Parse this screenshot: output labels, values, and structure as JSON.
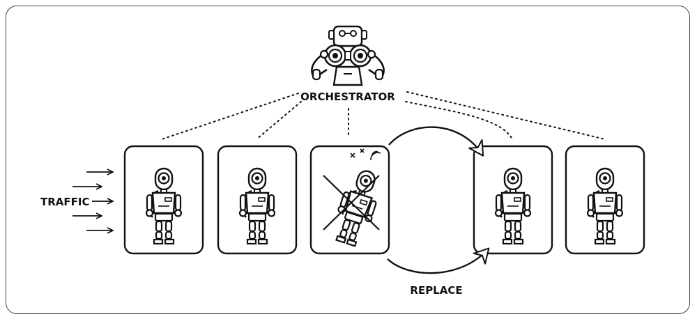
{
  "diagram": {
    "orchestrator_label": "ORCHESTRATOR",
    "traffic_label": "TRAFFIC",
    "replace_label": "REPLACE",
    "colors": {
      "ink": "#111111",
      "frame": "#444444",
      "background": "#ffffff"
    },
    "icons": [
      "orchestrator-robot-binoculars-icon",
      "robot-icon",
      "failed-robot-icon",
      "arrow-icon"
    ],
    "nodes": [
      {
        "id": "robot-1",
        "state": "healthy"
      },
      {
        "id": "robot-2",
        "state": "healthy"
      },
      {
        "id": "robot-3",
        "state": "failed"
      },
      {
        "id": "robot-4",
        "state": "healthy"
      },
      {
        "id": "robot-5",
        "state": "healthy"
      }
    ]
  }
}
